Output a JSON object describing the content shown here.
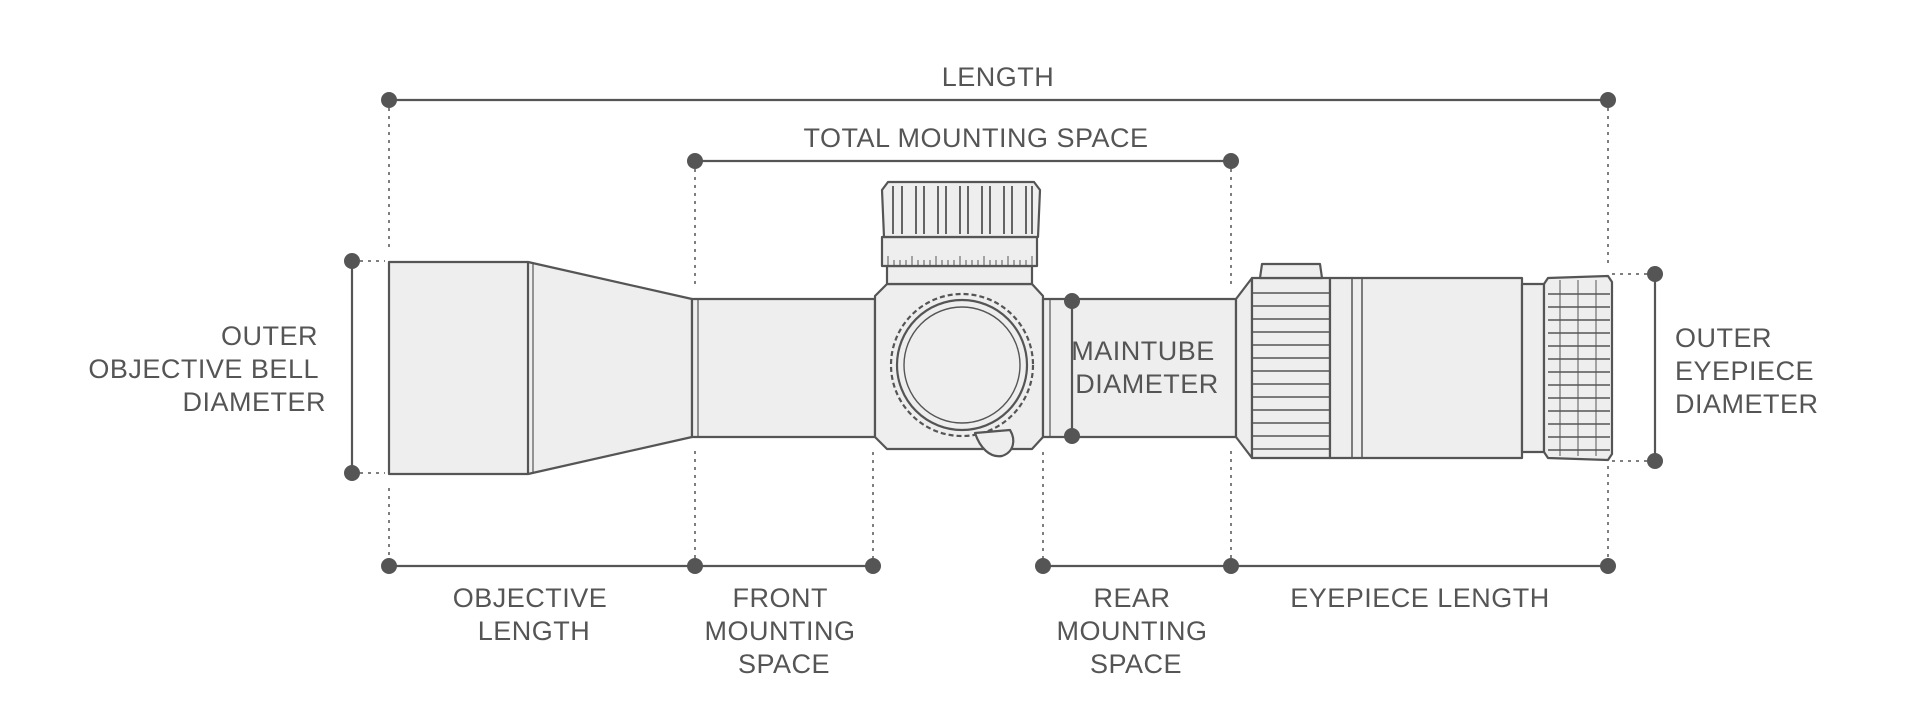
{
  "colors": {
    "line": "#555555",
    "dot": "#555555",
    "scope_fill": "#eeeeee",
    "scope_stroke": "#555555",
    "label": "#555555",
    "background": "#ffffff"
  },
  "labels": {
    "length": "LENGTH",
    "total_mounting_space": "TOTAL MOUNTING SPACE",
    "outer_objective_bell_diameter": [
      "OUTER",
      "OBJECTIVE BELL",
      "DIAMETER"
    ],
    "maintube_diameter": [
      "MAINTUBE",
      "DIAMETER"
    ],
    "outer_eyepiece_diameter": [
      "OUTER",
      "EYEPIECE",
      "DIAMETER"
    ],
    "objective_length": [
      "OBJECTIVE",
      "LENGTH"
    ],
    "front_mounting_space": [
      "FRONT",
      "MOUNTING",
      "SPACE"
    ],
    "rear_mounting_space": [
      "REAR",
      "MOUNTING",
      "SPACE"
    ],
    "eyepiece_length": "EYEPIECE LENGTH"
  }
}
